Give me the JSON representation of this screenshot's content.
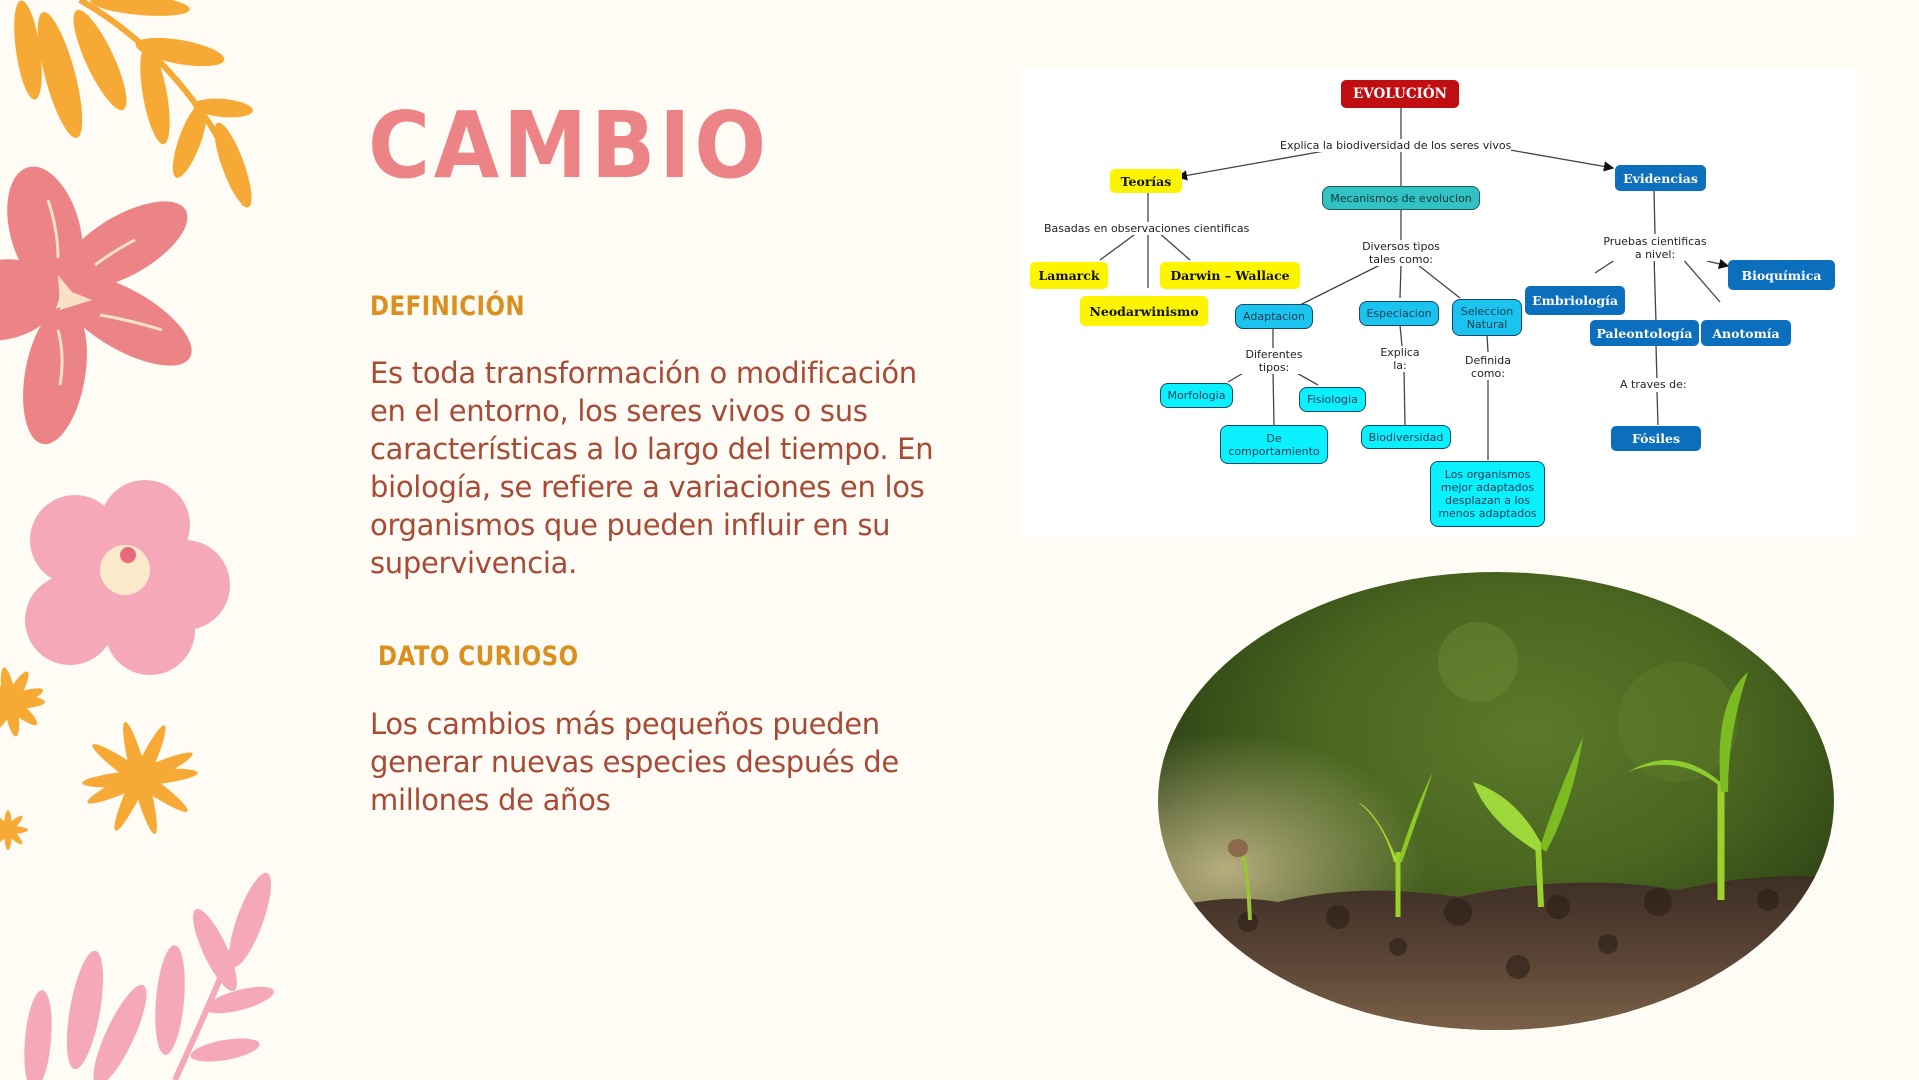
{
  "slide": {
    "title": "CAMBIO",
    "definition": {
      "heading": "DEFINICIÓN",
      "text": "Es toda transformación o modificación en el entorno, los seres vivos o sus características a lo largo del tiempo. En biología, se refiere a variaciones en los organismos que pueden influir en su supervivencia."
    },
    "fun_fact": {
      "heading": "DATO CURIOSO",
      "text": "Los cambios más pequeños pueden generar nuevas especies después de millones de años"
    }
  },
  "concept_map": {
    "root": "EVOLUCIÓN",
    "root_link": "Explica la biodiversidad de los seres vivos",
    "teorias": {
      "label": "Teorías",
      "link": "Basadas en observaciones cientificas",
      "children": [
        "Lamarck",
        "Darwin – Wallace",
        "Neodarwinismo"
      ]
    },
    "mecanismos": {
      "label": "Mecanismos de evolucion",
      "link": "Diversos tipos tales como:",
      "adaptacion": {
        "label": "Adaptacion",
        "link": "Diferentes tipos:",
        "children": [
          "Morfologia",
          "Fisiologia",
          "De comportamiento"
        ]
      },
      "especiacion": {
        "label": "Especiacion",
        "link": "Explica la:",
        "child": "Biodiversidad"
      },
      "seleccion": {
        "label": "Seleccion Natural",
        "link": "Definida como:",
        "child": "Los organismos mejor adaptados desplazan a los menos adaptados"
      }
    },
    "evidencias": {
      "label": "Evidencias",
      "link": "Pruebas cientificas a nivel:",
      "children": [
        "Embriología",
        "Paleontología",
        "Anotomía",
        "Bioquímica"
      ],
      "paleo_link": "A traves de:",
      "paleo_child": "Fósiles"
    }
  },
  "photo": {
    "subject": "seedlings-growing-in-soil"
  },
  "colors": {
    "background": "#fefcf5",
    "title": "#ec8387",
    "heading": "#db8f1f",
    "body": "#a84a36",
    "map_root": "#c00d10",
    "map_yellow": "#fdf500",
    "map_blue": "#0b6fbd",
    "map_teal": "#33c2c4",
    "map_sky": "#1bc4ee",
    "map_cyan": "#0af0ff"
  }
}
